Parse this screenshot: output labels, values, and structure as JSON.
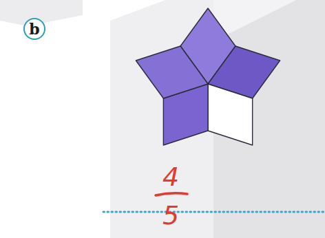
{
  "diagram": {
    "nodes": [
      {
        "text": [
          "b"
        ]
      }
    ],
    "labels": [
      "4",
      "5"
    ]
  }
}
